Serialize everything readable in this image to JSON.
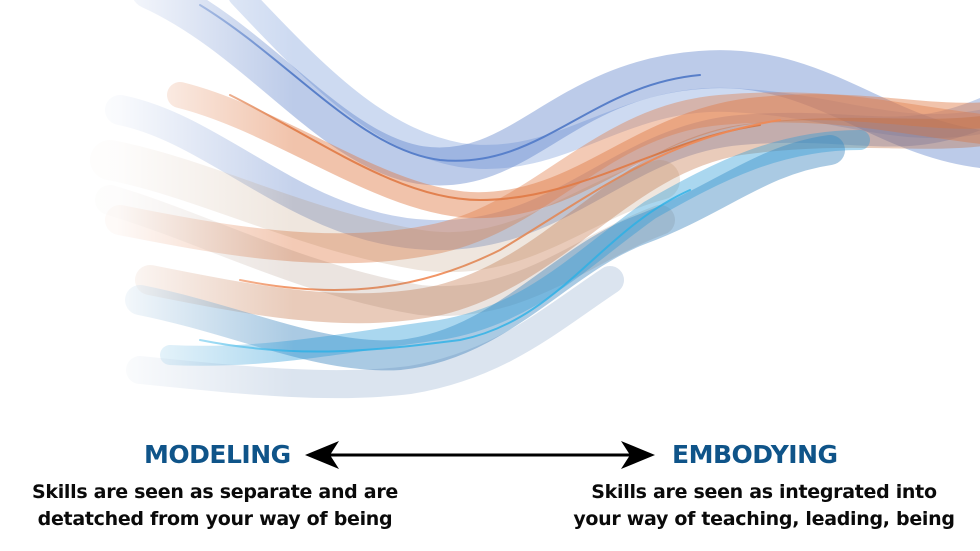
{
  "colors": {
    "heading": "#0f5489",
    "text": "#0a0a0a",
    "wave_blue": "#3e6bc0",
    "wave_cyan": "#2a9ad6",
    "wave_orange": "#e07a45",
    "wave_tan": "#b0805a"
  },
  "left": {
    "heading": "MODELING",
    "line1": "Skills are seen as separate and are",
    "line2": "detatched from your way of being"
  },
  "right": {
    "heading": "EMBODYING",
    "line1": "Skills are seen as integrated into",
    "line2": "your way of teaching, leading, being"
  },
  "arrow": {
    "icon": "double-headed-arrow-icon"
  }
}
